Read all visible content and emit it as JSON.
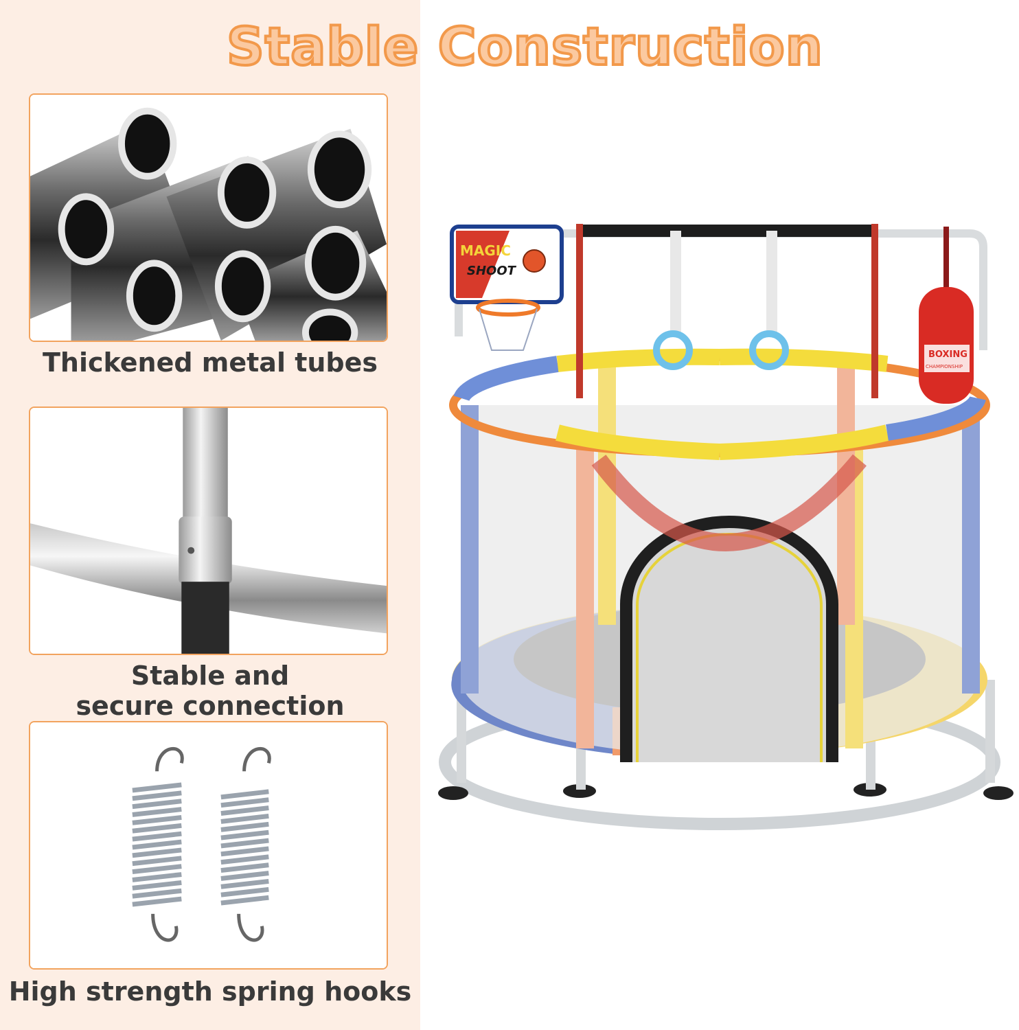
{
  "title": "Stable Construction",
  "features": [
    {
      "caption": "Thickened metal tubes"
    },
    {
      "caption_line1": "Stable and",
      "caption_line2": "secure connection"
    },
    {
      "caption": "High strength spring hooks"
    }
  ],
  "product": {
    "hoop_line1": "MAGIC",
    "hoop_line2": "SHOOT",
    "bag_line1": "BOXING",
    "bag_line2": "CHAMPIONSHIP"
  },
  "colors": {
    "panel_bg": "#fdeee4",
    "card_border": "#f2a35e",
    "title_fill": "#fbc9a0",
    "title_stroke": "#f2994b",
    "caption_text": "#3a3a3a"
  }
}
